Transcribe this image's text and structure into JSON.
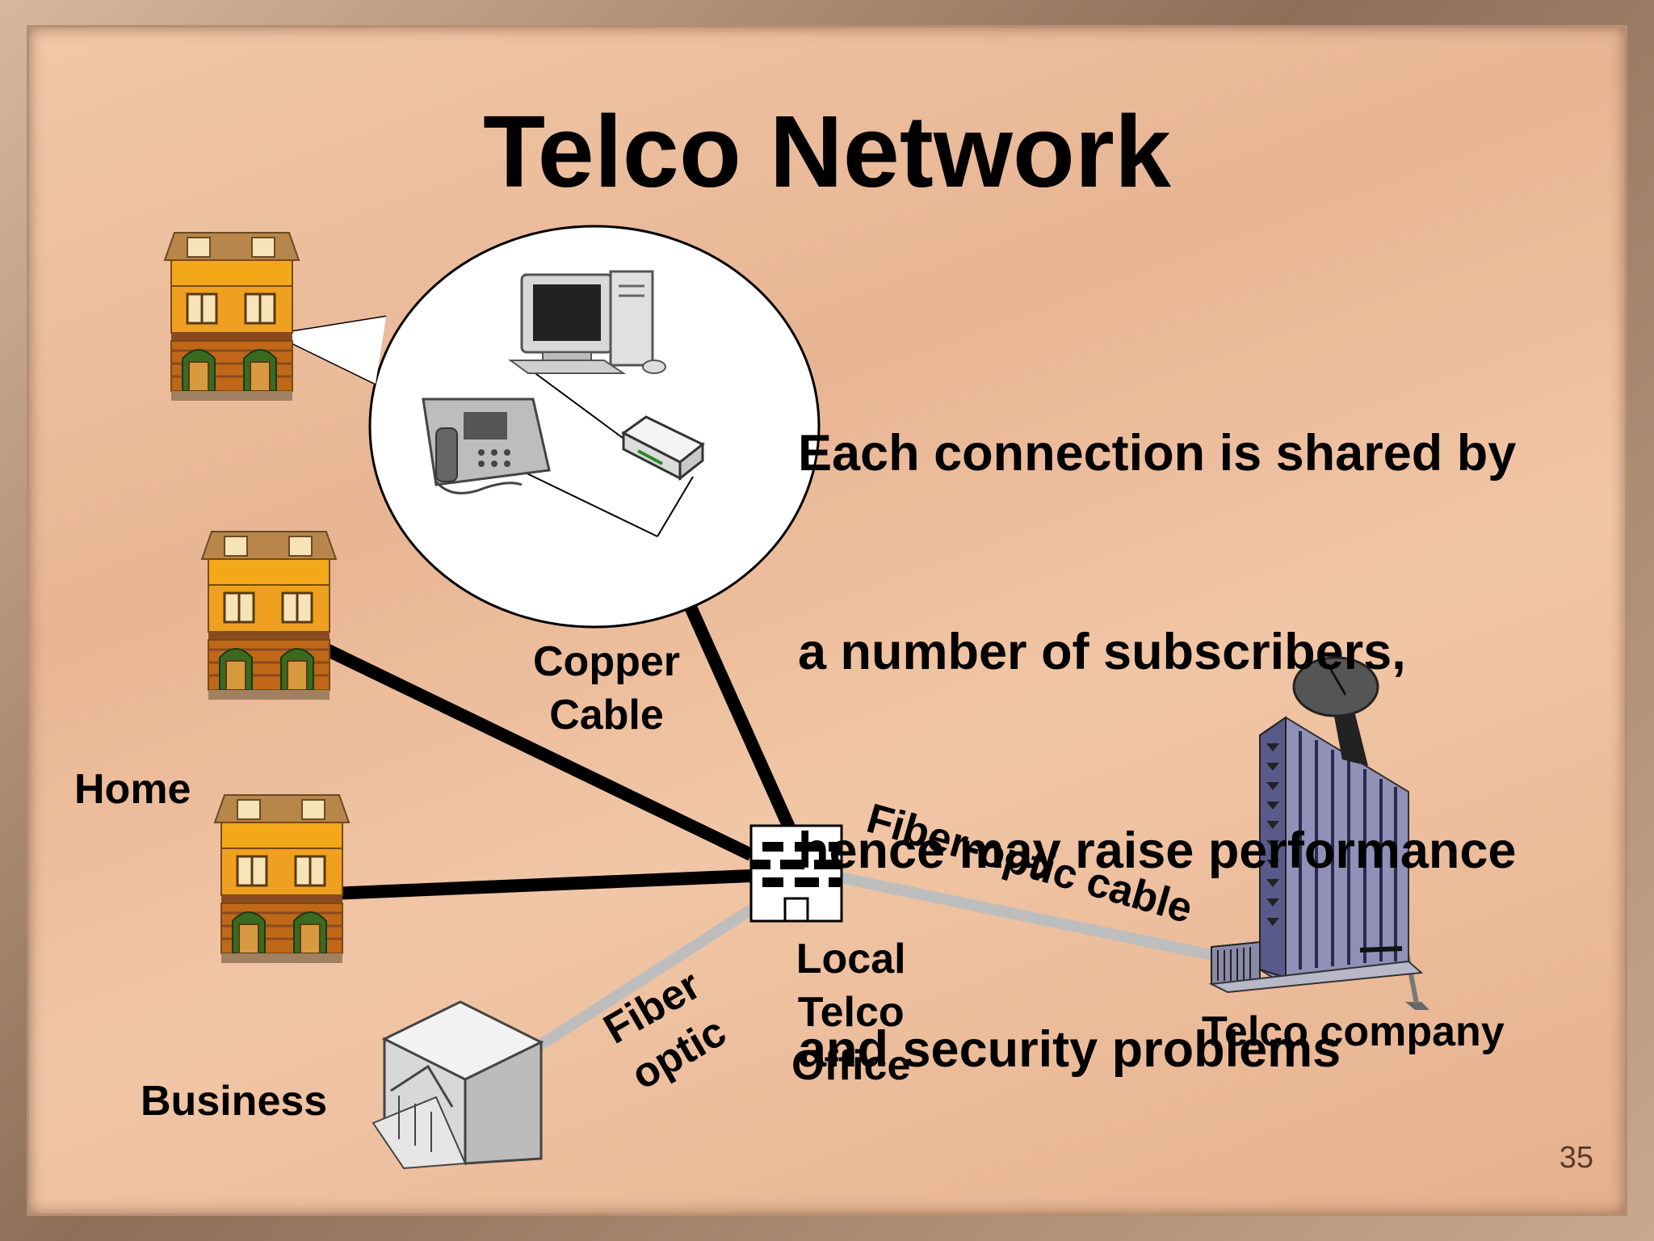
{
  "title": "Telco Network",
  "note_lines": [
    "Each connection is shared by",
    "a number of subscribers,",
    "hence may raise performance",
    "and security problems"
  ],
  "labels": {
    "copper_cable": "Copper\nCable",
    "home": "Home",
    "business": "Business",
    "fiber_optic": "Fiber\noptic",
    "fiber_optic_cable": "Fiber-optic cable",
    "local_office": "Local\nTelco\nOffice",
    "telco_company": "Telco company"
  },
  "page_number": "35",
  "colors": {
    "background": "#e9b896",
    "copper_line": "#000000",
    "fiber_line": "#bdbdbd",
    "house_body": "#f0a020",
    "house_roof": "#b8864a"
  },
  "icons": [
    "house-icon",
    "computer-icon",
    "phone-icon",
    "modem-icon",
    "office-building-icon",
    "business-building-icon",
    "skyscraper-icon",
    "satellite-dish-icon"
  ]
}
